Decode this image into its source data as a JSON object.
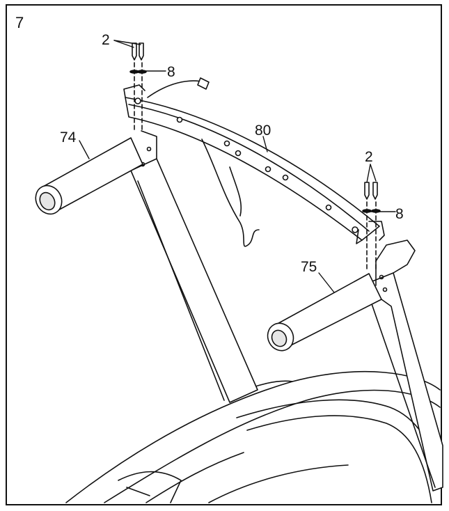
{
  "step_number": "7",
  "part_labels": {
    "screw_left": "2",
    "washer_left": "8",
    "upright_left": "74",
    "crossbar": "80",
    "screw_right": "2",
    "washer_right": "8",
    "upright_right": "75"
  },
  "colors": {
    "line": "#111111",
    "fill": "#ffffff",
    "shade": "#e6e6e6"
  }
}
